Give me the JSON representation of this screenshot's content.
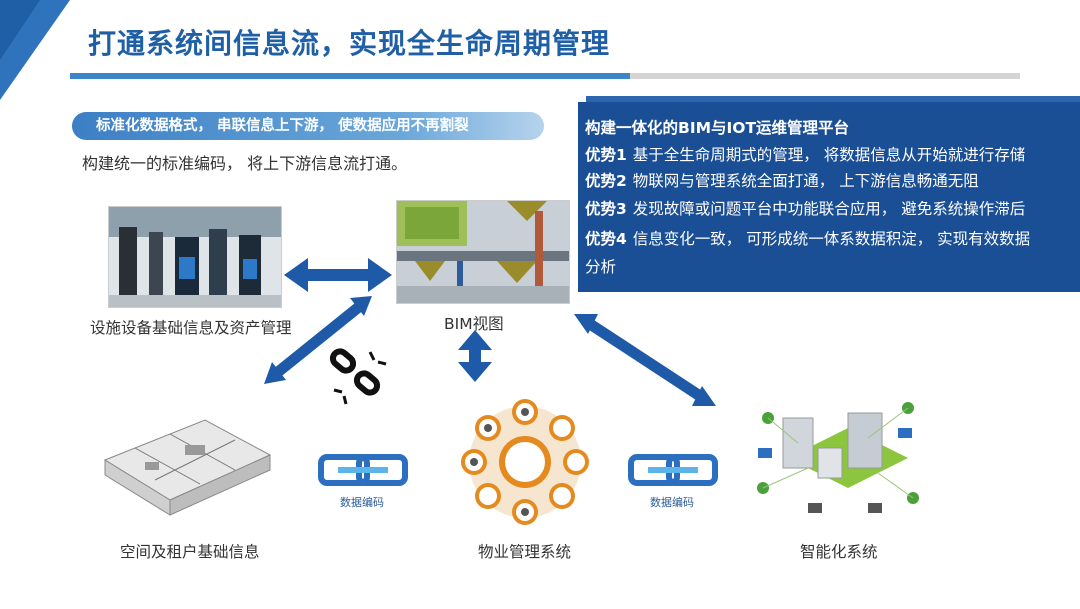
{
  "title": "打通系统间信息流，实现全生命周期管理",
  "intro": {
    "pill": "标准化数据格式，  串联信息上下游，  使数据应用不再割裂",
    "text": "构建统一的标准编码，  将上下游信息流打通。"
  },
  "panel": {
    "heading": "构建一体化的BIM与IOT运维管理平台",
    "items": [
      {
        "label": "优势1",
        "text": "基于全生命周期式的管理，  将数据信息从开始就进行存储"
      },
      {
        "label": "优势2",
        "text": "物联网与管理系统全面打通，  上下游信息畅通无阻"
      },
      {
        "label": "优势3",
        "text": "发现故障或问题平台中功能联合应用，  避免系统操作滞后"
      },
      {
        "label": "优势4",
        "text": "信息变化一致，  可形成统一体系数据积淀，  实现有效数据"
      }
    ],
    "continuation": "分析"
  },
  "nodes": {
    "equipment": "设施设备基础信息及资产管理",
    "bim": "BIM视图",
    "space": "空间及租户基础信息",
    "property": "物业管理系统",
    "smart": "智能化系统"
  },
  "chains": {
    "left": "数据编码",
    "right": "数据编码"
  },
  "colors": {
    "title": "#1f5fa6",
    "panel": "#1a4f95",
    "arrow": "#1e5aa8",
    "accent_orange": "#e48a1e"
  }
}
